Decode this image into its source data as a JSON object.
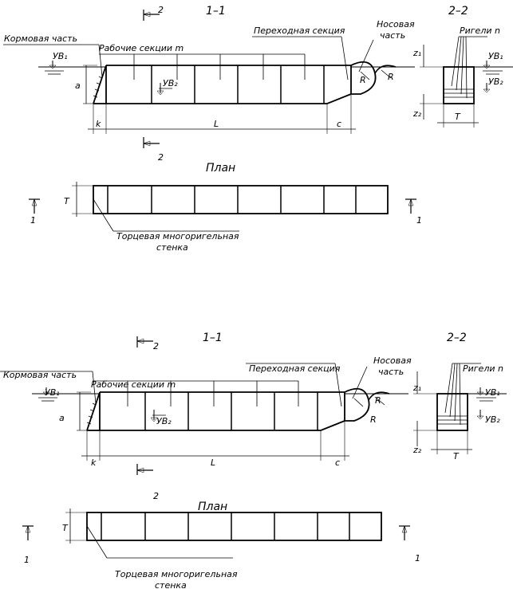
{
  "labels": {
    "section_1_1": "1–1",
    "section_2_2": "2–2",
    "cut_2": "2",
    "cut_1": "1",
    "stern_part": "Кормовая часть",
    "working_sections": "Рабочие секции m",
    "transition_section": "Переходная секция",
    "bow_part_line1": "Носовая",
    "bow_part_line2": "часть",
    "crossbars": "Ригели n",
    "uv1": "УВ₁",
    "uv2": "УВ₂",
    "dim_a": "a",
    "dim_k": "k",
    "dim_L": "L",
    "dim_c": "c",
    "dim_R": "R",
    "dim_T": "T",
    "dim_z1": "z₁",
    "dim_z2": "z₂",
    "plan_title": "План",
    "end_wall_line1": "Торцевая многоригельная",
    "end_wall_line2": "стенка"
  },
  "colors": {
    "ink": "#000000",
    "background": "#ffffff"
  }
}
